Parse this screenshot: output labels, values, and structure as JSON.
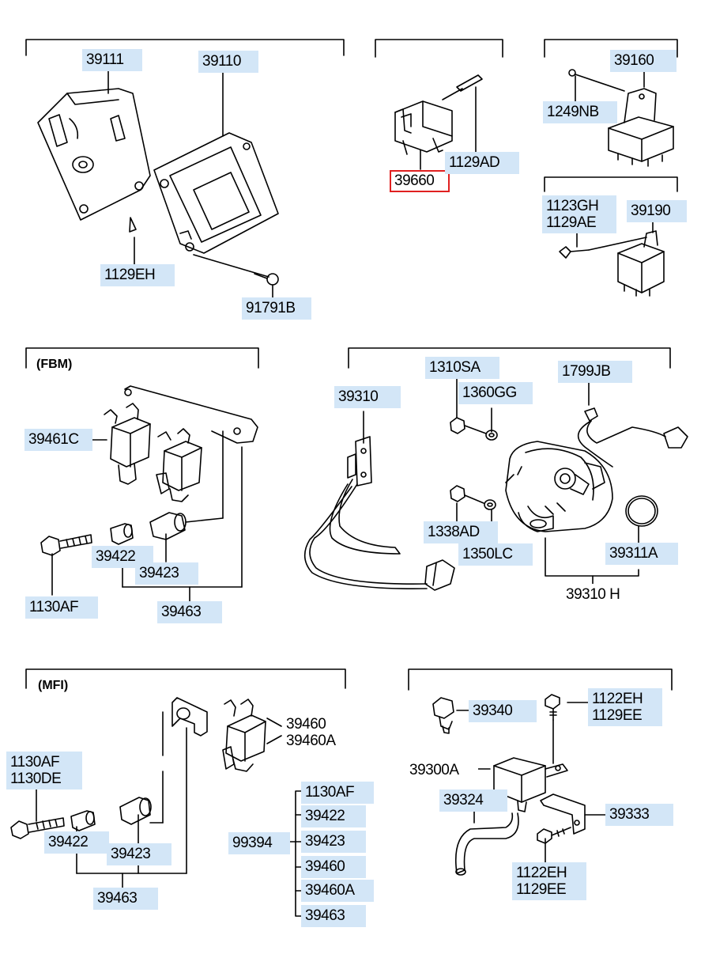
{
  "colors": {
    "label_bg": "#d3e6f7",
    "highlight_border": "#e02020",
    "line": "#000000"
  },
  "sections": {
    "fbm": "(FBM)",
    "mfi": "(MFI)"
  },
  "labels": {
    "p39111": "39111",
    "p39110": "39110",
    "p1129EH": "1129EH",
    "p91791B": "91791B",
    "p39660": "39660",
    "p1129AD": "1129AD",
    "p39160": "39160",
    "p1249NB": "1249NB",
    "p1123GH_1129AE": "1123GH\n1129AE",
    "p39190": "39190",
    "p39461C": "39461C",
    "p39422_fbm": "39422",
    "p39423_fbm": "39423",
    "p1130AF_fbm": "1130AF",
    "p39463_fbm": "39463",
    "p39310": "39310",
    "p1310SA": "1310SA",
    "p1360GG": "1360GG",
    "p1799JB": "1799JB",
    "p1338AD": "1338AD",
    "p1350LC": "1350LC",
    "p39311A": "39311A",
    "p39310H": "39310 H",
    "p39460_group": "39460\n39460A",
    "p1130AF_1130DE": "1130AF\n1130DE",
    "p39422_mfi": "39422",
    "p39423_mfi": "39423",
    "p39463_mfi": "39463",
    "p99394": "99394",
    "p1130AF_kit": "1130AF",
    "p39422_kit": "39422",
    "p39423_kit": "39423",
    "p39460_kit": "39460",
    "p39460A_kit": "39460A",
    "p39463_kit": "39463",
    "p39340": "39340",
    "p1122EH_1129EE_top": "1122EH\n1129EE",
    "p39300A": "39300A",
    "p39324": "39324",
    "p39333": "39333",
    "p1122EH_1129EE_bottom": "1122EH\n1129EE"
  },
  "highlighted_part": "39660"
}
